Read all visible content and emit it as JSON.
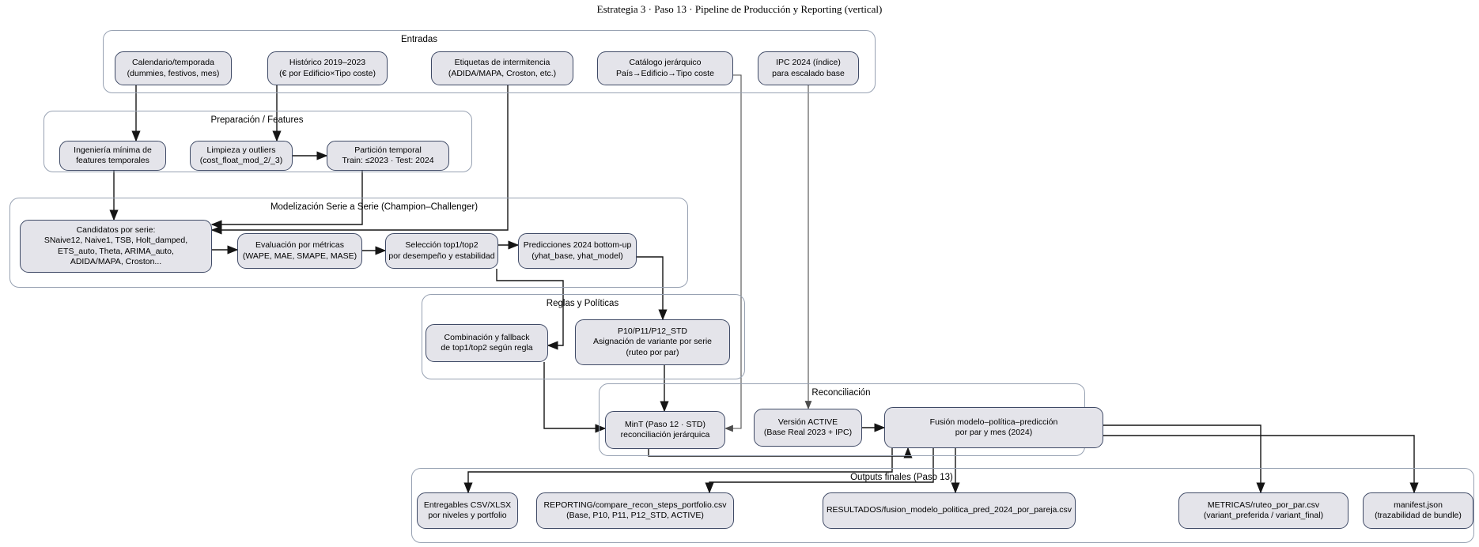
{
  "title": "Estrategia 3 · Paso 13 · Pipeline de Producción y Reporting (vertical)",
  "colors": {
    "node_fill": "#e4e4ea",
    "node_border": "#3f4a66",
    "cluster_border": "#97a1b2",
    "edge": "#151515",
    "edge_secondary": "#4d4d4d",
    "text": "#000000",
    "background": "#ffffff"
  },
  "diagram": {
    "clusters": [
      {
        "id": "entradas",
        "label": "Entradas"
      },
      {
        "id": "preparacion",
        "label": "Preparación / Features"
      },
      {
        "id": "modelizacion",
        "label": "Modelización Serie a Serie (Champion–Challenger)"
      },
      {
        "id": "reglas",
        "label": "Reglas y Políticas"
      },
      {
        "id": "reconciliacion",
        "label": "Reconciliación"
      },
      {
        "id": "outputs",
        "label": "Outputs finales (Paso 13)"
      }
    ],
    "nodes": [
      {
        "id": "calendario",
        "cluster": "entradas",
        "lines": [
          "Calendario/temporada",
          "(dummies, festivos, mes)"
        ]
      },
      {
        "id": "historico",
        "cluster": "entradas",
        "lines": [
          "Histórico 2019–2023",
          "(€ por Edificio×Tipo coste)"
        ]
      },
      {
        "id": "etiquetas",
        "cluster": "entradas",
        "lines": [
          "Etiquetas de intermitencia",
          "(ADIDA/MAPA, Croston, etc.)"
        ]
      },
      {
        "id": "catalogo",
        "cluster": "entradas",
        "lines": [
          "Catálogo jerárquico",
          "País→Edificio→Tipo coste"
        ]
      },
      {
        "id": "ipc",
        "cluster": "entradas",
        "lines": [
          "IPC 2024 (índice)",
          "para escalado base"
        ]
      },
      {
        "id": "ingenieria",
        "cluster": "preparacion",
        "lines": [
          "Ingeniería mínima de",
          "features temporales"
        ]
      },
      {
        "id": "limpieza",
        "cluster": "preparacion",
        "lines": [
          "Limpieza y outliers",
          "(cost_float_mod_2/_3)"
        ]
      },
      {
        "id": "particion",
        "cluster": "preparacion",
        "lines": [
          "Partición temporal",
          "Train: ≤2023 · Test: 2024"
        ]
      },
      {
        "id": "candidatos",
        "cluster": "modelizacion",
        "lines": [
          "Candidatos por serie:",
          "SNaive12, Naive1, TSB, Holt_damped,",
          "ETS_auto, Theta, ARIMA_auto,",
          "ADIDA/MAPA, Croston..."
        ]
      },
      {
        "id": "evaluacion",
        "cluster": "modelizacion",
        "lines": [
          "Evaluación por métricas",
          "(WAPE, MAE, SMAPE, MASE)"
        ]
      },
      {
        "id": "seleccion",
        "cluster": "modelizacion",
        "lines": [
          "Selección top1/top2",
          "por desempeño y estabilidad"
        ]
      },
      {
        "id": "predicciones",
        "cluster": "modelizacion",
        "lines": [
          "Predicciones 2024 bottom-up",
          "(yhat_base, yhat_model)"
        ]
      },
      {
        "id": "combinacion",
        "cluster": "reglas",
        "lines": [
          "Combinación y fallback",
          "de top1/top2 según regla"
        ]
      },
      {
        "id": "p10",
        "cluster": "reglas",
        "lines": [
          "P10/P11/P12_STD",
          "Asignación de variante por serie",
          "(ruteo por par)"
        ]
      },
      {
        "id": "mint",
        "cluster": "reconciliacion",
        "lines": [
          "MinT (Paso 12 · STD)",
          "reconciliación jerárquica"
        ]
      },
      {
        "id": "version",
        "cluster": "reconciliacion",
        "lines": [
          "Versión ACTIVE",
          "(Base Real 2023 + IPC)"
        ]
      },
      {
        "id": "fusion",
        "cluster": "reconciliacion",
        "lines": [
          "Fusión modelo–política–predicción",
          "por par y mes (2024)"
        ]
      },
      {
        "id": "entregables",
        "cluster": "outputs",
        "lines": [
          "Entregables CSV/XLSX",
          "por niveles y portfolio"
        ]
      },
      {
        "id": "reporting",
        "cluster": "outputs",
        "lines": [
          "REPORTING/compare_recon_steps_portfolio.csv",
          "(Base, P10, P11, P12_STD, ACTIVE)"
        ]
      },
      {
        "id": "resultados",
        "cluster": "outputs",
        "lines": [
          "RESULTADOS/fusion_modelo_politica_pred_2024_por_pareja.csv"
        ]
      },
      {
        "id": "metricas",
        "cluster": "outputs",
        "lines": [
          "METRICAS/ruteo_por_par.csv",
          "(variant_preferida / variant_final)"
        ]
      },
      {
        "id": "manifest",
        "cluster": "outputs",
        "lines": [
          "manifest.json",
          "(trazabilidad de bundle)"
        ]
      }
    ],
    "edges": [
      {
        "from": "calendario",
        "to": "ingenieria"
      },
      {
        "from": "historico",
        "to": "limpieza"
      },
      {
        "from": "limpieza",
        "to": "particion"
      },
      {
        "from": "ingenieria",
        "to": "candidatos"
      },
      {
        "from": "particion",
        "to": "candidatos"
      },
      {
        "from": "etiquetas",
        "to": "candidatos"
      },
      {
        "from": "candidatos",
        "to": "evaluacion"
      },
      {
        "from": "evaluacion",
        "to": "seleccion"
      },
      {
        "from": "seleccion",
        "to": "predicciones"
      },
      {
        "from": "seleccion",
        "to": "combinacion"
      },
      {
        "from": "predicciones",
        "to": "p10"
      },
      {
        "from": "combinacion",
        "to": "mint"
      },
      {
        "from": "p10",
        "to": "mint"
      },
      {
        "from": "catalogo",
        "to": "mint",
        "tone": "secondary"
      },
      {
        "from": "ipc",
        "to": "version",
        "tone": "secondary"
      },
      {
        "from": "version",
        "to": "fusion"
      },
      {
        "from": "mint",
        "to": "fusion"
      },
      {
        "from": "fusion",
        "to": "entregables"
      },
      {
        "from": "fusion",
        "to": "reporting"
      },
      {
        "from": "fusion",
        "to": "resultados"
      },
      {
        "from": "fusion",
        "to": "metricas"
      },
      {
        "from": "fusion",
        "to": "manifest"
      }
    ]
  }
}
